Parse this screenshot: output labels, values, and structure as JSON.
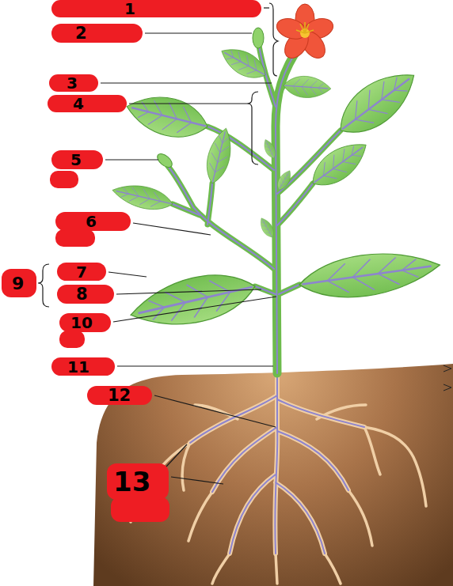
{
  "diagram": {
    "labels": [
      "1",
      "2",
      "3",
      "4",
      "5",
      "6",
      "7",
      "9",
      "8",
      "10",
      "11",
      "12",
      "13"
    ]
  }
}
